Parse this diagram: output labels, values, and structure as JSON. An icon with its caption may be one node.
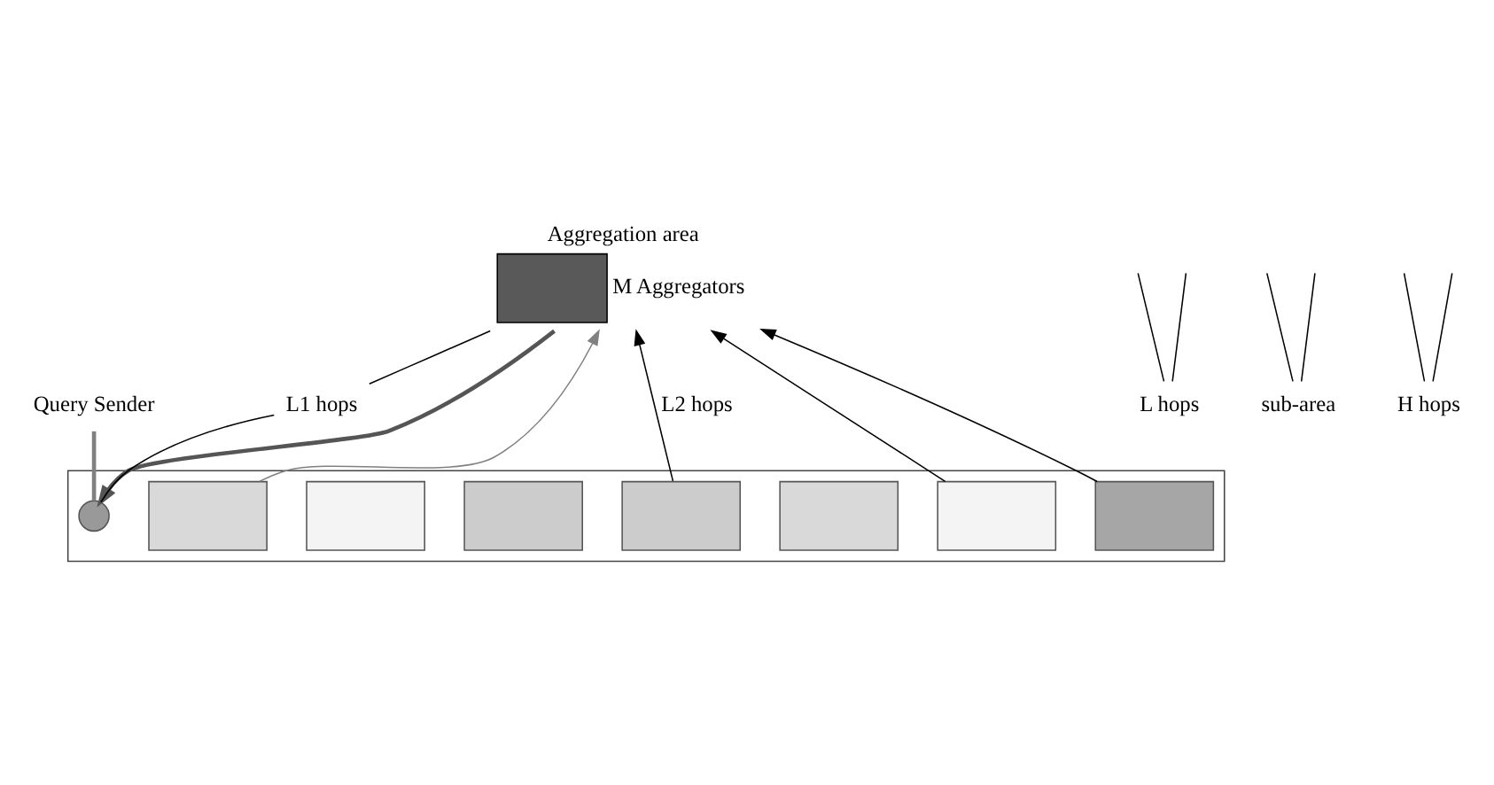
{
  "diagram": {
    "nodes": [
      {
        "text": [
          "Query Sender"
        ]
      },
      {
        "text": [
          "Aggregation area"
        ],
        "beside": [
          "M Aggregators"
        ]
      },
      {
        "text": [
          "L1 hops"
        ]
      },
      {
        "text": [],
        "shape": "box"
      },
      {
        "text": [],
        "shape": "circle",
        "in": 3
      },
      {
        "text": [],
        "shape": "box",
        "in": 3
      },
      {
        "text": [],
        "shape": "box",
        "in": 3
      },
      {
        "text": [],
        "shape": "box",
        "in": 3
      },
      {
        "text": [],
        "shape": "box",
        "in": 3
      },
      {
        "text": [],
        "shape": "box",
        "in": 3
      },
      {
        "text": [],
        "shape": "box",
        "in": 3
      },
      {
        "text": [],
        "shape": "box",
        "in": 3
      },
      {
        "text": [
          "L hops"
        ]
      },
      {
        "text": [
          "sub-area"
        ]
      },
      {
        "text": [
          "H hops"
        ]
      }
    ],
    "edges": [
      {
        "from": 0,
        "to": 4,
        "arrow": "none",
        "style": "thick",
        "color": "#808080"
      },
      {
        "from": 1,
        "to": 4,
        "arrow": "to",
        "style": "thick",
        "color": "#555555"
      },
      {
        "from": 5,
        "to": 1,
        "arrow": "to",
        "color": "#808080"
      },
      {
        "from": 7,
        "to": 1,
        "arrow": "to",
        "label": "L2 hops"
      },
      {
        "from": 10,
        "to": 1,
        "arrow": "to"
      },
      {
        "from": 11,
        "to": 1,
        "arrow": "to"
      },
      {
        "from": 2,
        "to": 1,
        "arrow": "none"
      },
      {
        "from": 2,
        "to": 4,
        "arrow": "none"
      },
      {
        "from": 12,
        "to": null,
        "arrow": "none"
      },
      {
        "from": 12,
        "to": null,
        "arrow": "none"
      },
      {
        "from": 13,
        "to": null,
        "arrow": "none"
      },
      {
        "from": 13,
        "to": null,
        "arrow": "none"
      },
      {
        "from": 14,
        "to": null,
        "arrow": "none"
      },
      {
        "from": 14,
        "to": null,
        "arrow": "none"
      }
    ]
  }
}
